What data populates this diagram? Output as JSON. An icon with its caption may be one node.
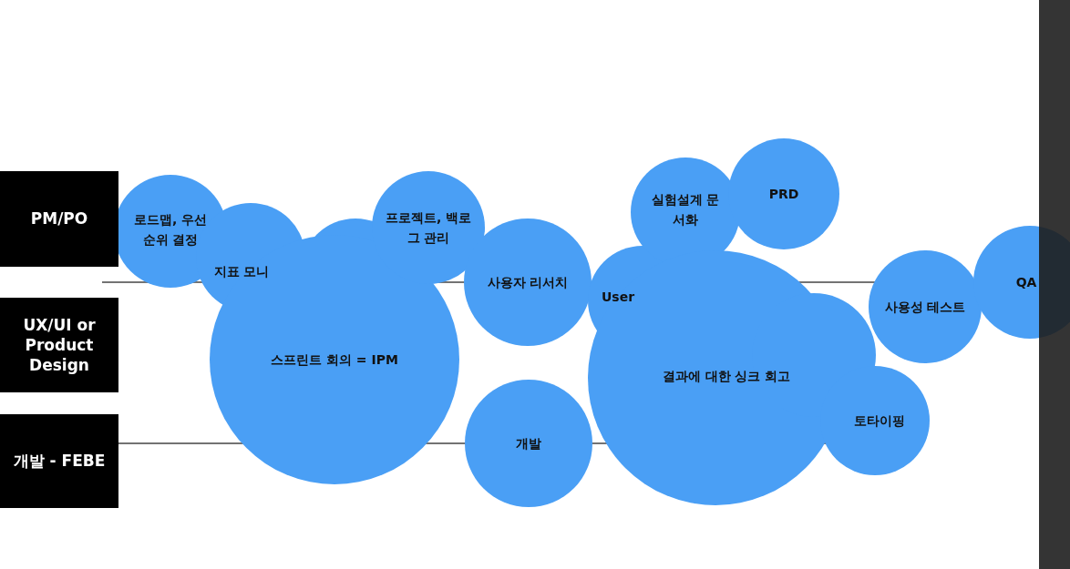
{
  "diagram": {
    "nodes": [
      {
        "text": [
          "PM/PO"
        ]
      },
      {
        "text": [
          "UX/UI or Product Design"
        ]
      },
      {
        "text": [
          "개발 - FEBE"
        ]
      },
      {
        "text": [
          "로드맵, 우선 순위 결정"
        ]
      },
      {
        "text": [
          "지표 모니"
        ]
      },
      {
        "text": [
          "스프린트 회의 = IPM"
        ]
      },
      {
        "text": [
          "프로젝트, 백로그 관리"
        ]
      },
      {
        "text": [
          "사용자 리서치"
        ]
      },
      {
        "text": [
          "개발"
        ]
      },
      {
        "text": [
          "User"
        ]
      },
      {
        "text": [
          "실험설계 문서화"
        ]
      },
      {
        "text": [
          "PRD"
        ]
      },
      {
        "text": [
          "결과에 대한 싱크 회고"
        ]
      },
      {
        "text": [
          "토타이핑"
        ]
      },
      {
        "text": [
          "사용성 테스트"
        ]
      },
      {
        "text": [
          "QA"
        ]
      }
    ]
  }
}
